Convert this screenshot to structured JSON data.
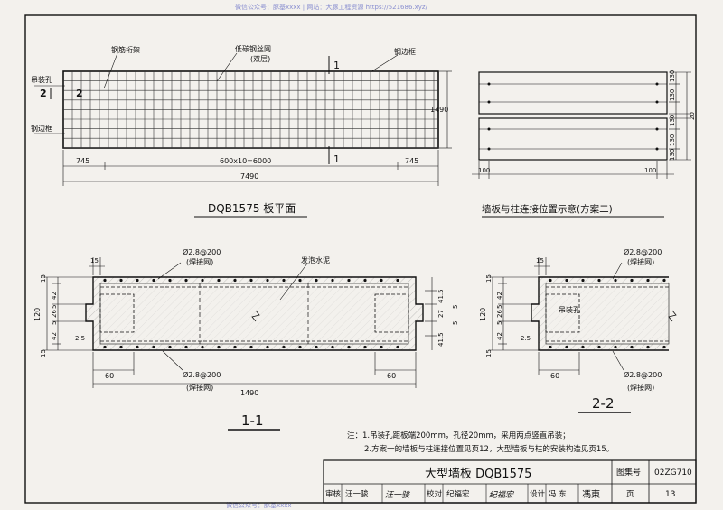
{
  "watermark": {
    "top": "微信公众号：豚基xxxx  |  网站：大豚工程资源 https://521686.xyz/",
    "bottom": "微信公众号：豚基xxxx"
  },
  "plan": {
    "title": "DQB1575 板平面",
    "labels": {
      "truss": "钢筋桁架",
      "mesh": "低碳钢丝网",
      "mesh_sub": "(双层)",
      "edge_frame_top": "钢边框",
      "lifting_hole": "吊装孔",
      "edge_frame_left": "钢边框",
      "sec1_top": "1",
      "sec1_bottom": "1",
      "sec2_outer": "2",
      "sec2_inner": "2"
    },
    "dims": {
      "left": "745",
      "middle": "600x10=6000",
      "right": "745",
      "total": "7490",
      "height": "1490"
    }
  },
  "connection": {
    "title": "墙板与柱连接位置示意(方案二)",
    "dims_right": [
      "130",
      "130",
      "130",
      "130",
      "130"
    ],
    "dim_total": "20",
    "dim_bottom_left": "100",
    "dim_bottom_right": "100"
  },
  "section11": {
    "title": "1-1",
    "labels": {
      "rebar_top": "Ø2.8@200",
      "rebar_top_sub": "(焊接网)",
      "foam": "发泡水泥",
      "rebar_bottom": "Ø2.8@200",
      "rebar_bottom_sub": "(焊接网)"
    },
    "dims_left": [
      "15",
      "42",
      "5",
      "26",
      "5",
      "42",
      "15"
    ],
    "dim_left_total": "120",
    "dims_right": [
      "41.5",
      "5",
      "27",
      "5",
      "41.5"
    ],
    "dim_15_top": "15",
    "dim_2_5": "2.5",
    "dim_60_left": "60",
    "dim_60_right": "60",
    "dim_total": "1490"
  },
  "section22": {
    "title": "2-2",
    "labels": {
      "rebar_top": "Ø2.8@200",
      "rebar_top_sub": "(焊接网)",
      "hole": "吊装孔",
      "rebar_bottom": "Ø2.8@200",
      "rebar_bottom_sub": "(焊接网)"
    },
    "dims_left": [
      "15",
      "42",
      "5",
      "26",
      "5",
      "42",
      "15"
    ],
    "dim_left_total": "120",
    "dim_15_top": "15",
    "dim_2_5": "2.5",
    "dim_60": "60"
  },
  "notes": {
    "line1": "注：1.吊装孔距板端200mm，孔径20mm，采用两点竖直吊装；",
    "line2": "2.方案一的墙板与柱连接位置见页12，大型墙板与柱的安装构造见页15。"
  },
  "titleblock": {
    "title": "大型墙板 DQB1575",
    "atlas_label": "图集号",
    "atlas_no": "02ZG710",
    "review_label": "审核",
    "review_name": "汪一骏",
    "review_sig": "汪一骏",
    "check_label": "校对",
    "check_name": "纪福宏",
    "check_sig": "纪福宏",
    "design_label": "设计",
    "design_name": "冯 东",
    "design_sig": "馮東",
    "page_label": "页",
    "page_no": "13"
  }
}
